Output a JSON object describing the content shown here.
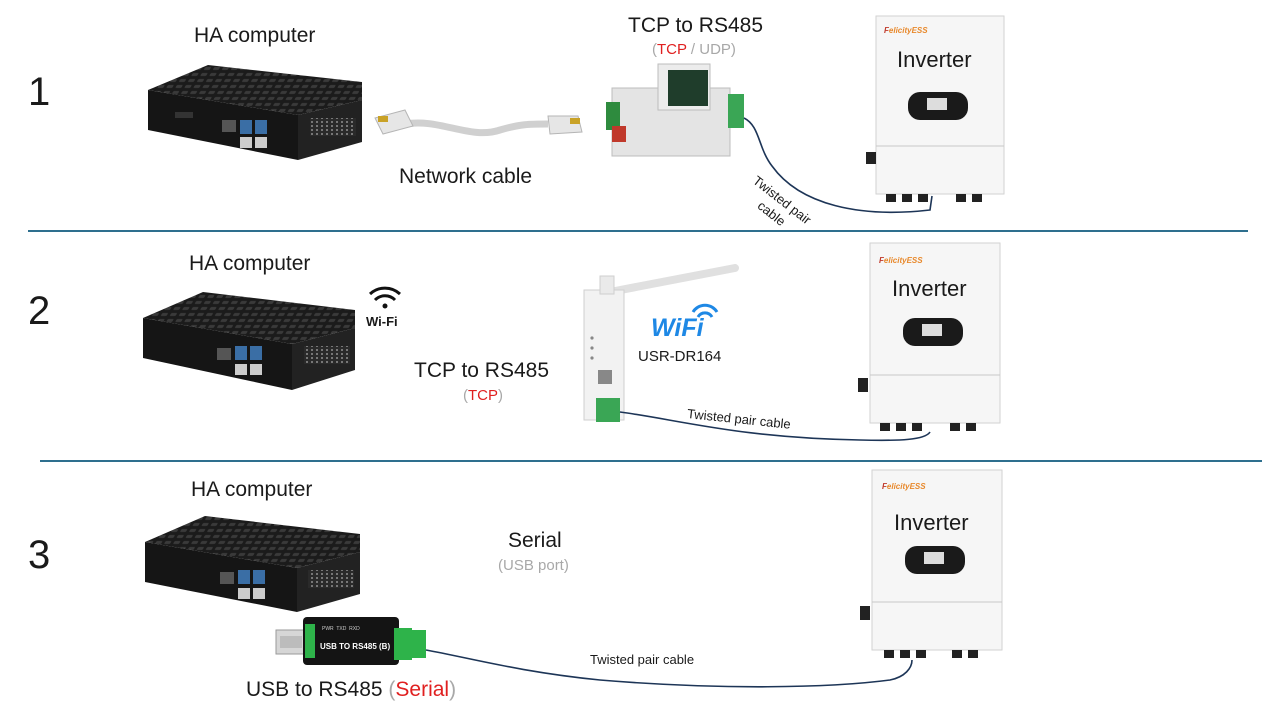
{
  "rows": [
    {
      "number": "1",
      "computer_label": "HA computer",
      "converter_label": "TCP to RS485",
      "protocol_open": "(",
      "protocol_primary": "TCP",
      "protocol_sep": " / UDP)",
      "cable_label": "Network cable",
      "wire_label_line1": "Twisted pair",
      "wire_label_line2": "cable",
      "inverter_label": "Inverter",
      "brand_prefix": "F",
      "brand_name": "elicityESS"
    },
    {
      "number": "2",
      "computer_label": "HA computer",
      "wifi_badge": "Wi-Fi",
      "converter_label": "TCP to RS485",
      "protocol_open": "(",
      "protocol_primary": "TCP",
      "protocol_close": ")",
      "wifi_logo": "WiFi",
      "device_model": "USR-DR164",
      "wire_label": "Twisted pair cable",
      "inverter_label": "Inverter",
      "brand_prefix": "F",
      "brand_name": "elicityESS"
    },
    {
      "number": "3",
      "computer_label": "HA computer",
      "link_label": "Serial",
      "link_sub": "(USB port)",
      "adapter_label": "USB to RS485",
      "adapter_open": " (",
      "adapter_protocol": "Serial",
      "adapter_close": ")",
      "adapter_print": "USB TO RS485",
      "adapter_print_b": "(B)",
      "adapter_leds": "PWR  TXD  RXD",
      "wire_label": "Twisted pair cable",
      "inverter_label": "Inverter",
      "brand_prefix": "F",
      "brand_name": "elicityESS"
    }
  ],
  "colors": {
    "divider": "#2e6f8e",
    "protocol_highlight": "#e02020",
    "muted_text": "#a8a8a8",
    "wire": "#1d3557"
  }
}
